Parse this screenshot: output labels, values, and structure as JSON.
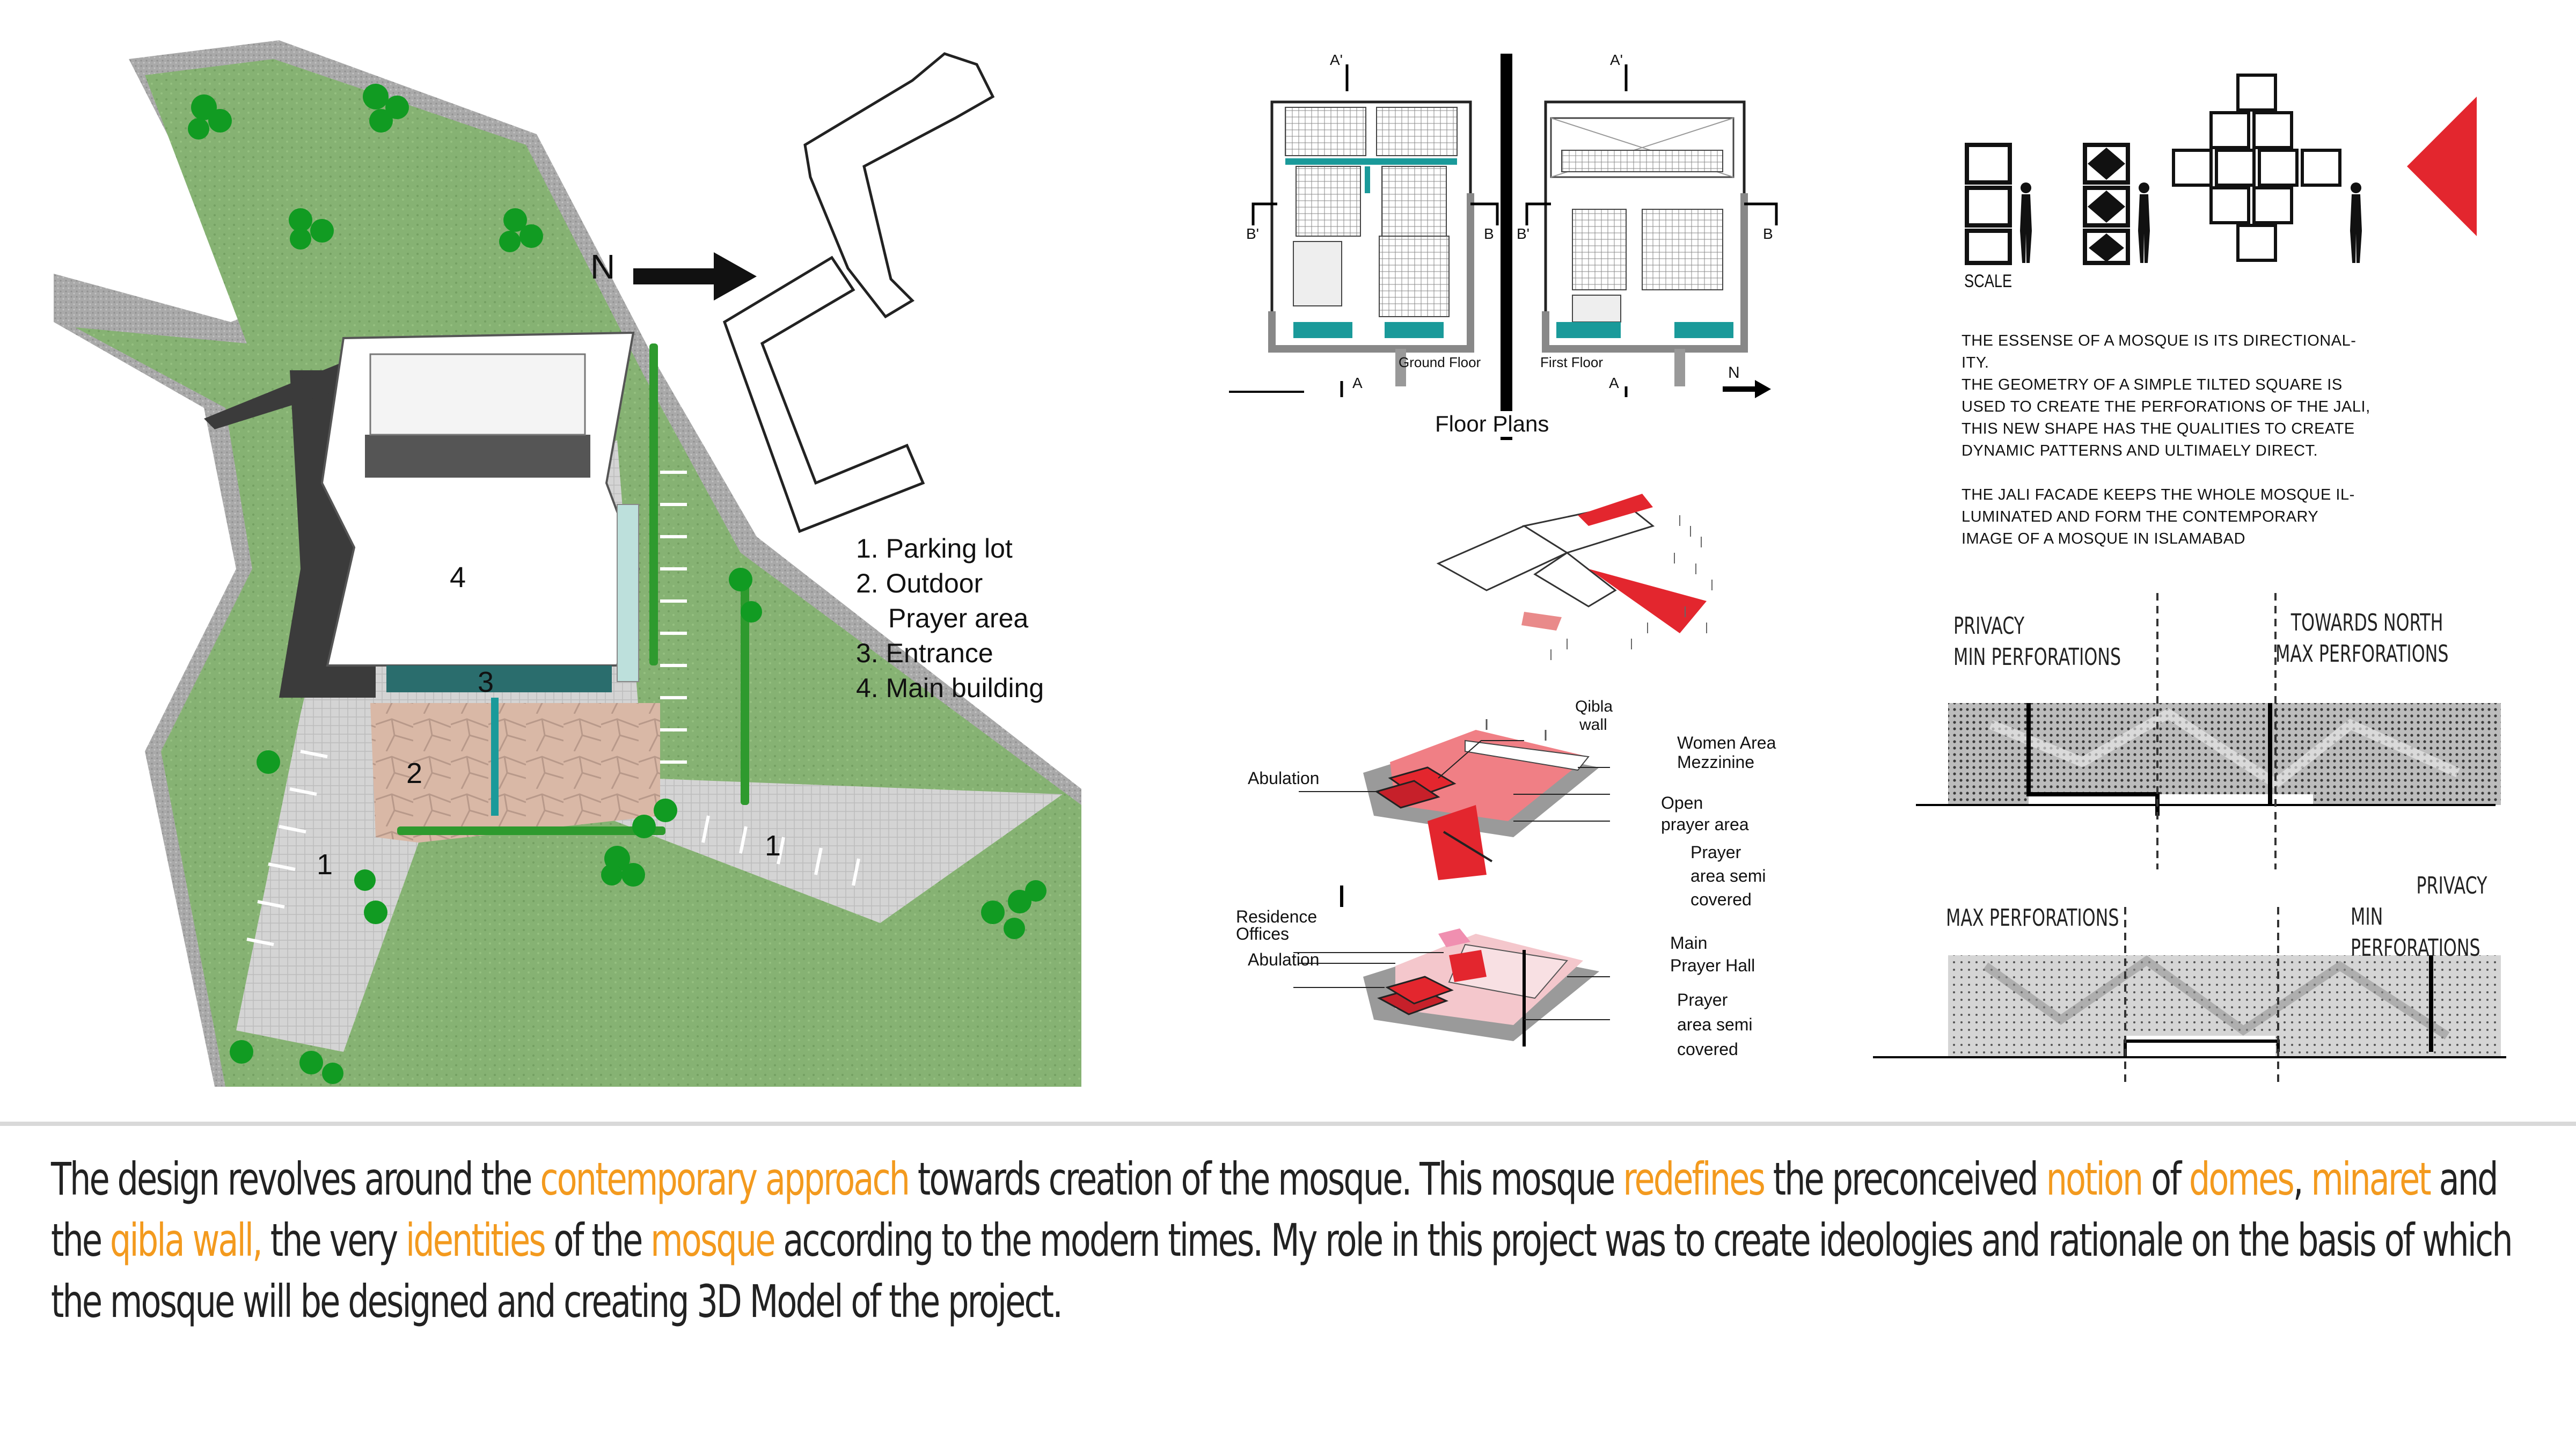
{
  "site_plan": {
    "north_label": "N",
    "legend": [
      "1. Parking lot",
      "2. Outdoor",
      "Prayer area",
      "3. Entrance",
      "4. Main building"
    ],
    "zone_labels": [
      "4",
      "3",
      "2",
      "1",
      "1"
    ]
  },
  "floor_plans": {
    "title": "Floor Plans",
    "ground_floor": "Ground Floor",
    "first_floor": "First Floor",
    "section_marks": [
      "A'",
      "A'",
      "B'",
      "B",
      "B'",
      "B",
      "A",
      "A"
    ],
    "north_label": "N"
  },
  "jali": {
    "scale_label": "SCALE",
    "text_lines": [
      "THE ESSENSE OF A MOSQUE IS ITS DIRECTIONAL-",
      "ITY.",
      "THE GEOMETRY OF A SIMPLE TILTED SQUARE IS",
      "USED TO CREATE THE PERFORATIONS OF THE JALI,",
      "THIS NEW SHAPE HAS THE QUALITIES TO CREATE",
      "DYNAMIC PATTERNS AND ULTIMAELY DIRECT.",
      "",
      "THE JALI FACADE KEEPS THE WHOLE MOSQUE IL-",
      "LUMINATED AND FORM THE CONTEMPORARY",
      "IMAGE OF A MOSQUE IN ISLAMABAD"
    ]
  },
  "facades": {
    "top_left": [
      "PRIVACY",
      "MIN PERFORATIONS"
    ],
    "top_right": [
      "TOWARDS NORTH",
      "MAX PERFORATIONS"
    ],
    "bottom_left": [
      "MAX PERFORATIONS"
    ],
    "bottom_right": [
      "PRIVACY",
      "MIN PERFORATIONS"
    ]
  },
  "axonometric": {
    "upper": {
      "qibla": [
        "Qibla",
        "wall"
      ],
      "women": [
        "Women Area",
        "Mezzinine"
      ],
      "abulation": "Abulation",
      "open_prayer": [
        "Open",
        "prayer area"
      ],
      "prayer_semi": [
        "Prayer",
        "area semi",
        "covered"
      ]
    },
    "lower": {
      "residence": [
        "Residence",
        "Offices"
      ],
      "abulation": "Abulation",
      "main_hall": [
        "Main",
        "Prayer Hall"
      ],
      "prayer_semi": [
        "Prayer",
        "area semi",
        "covered"
      ]
    }
  },
  "caption": {
    "segments": [
      {
        "text": "The design revolves around the ",
        "hl": false
      },
      {
        "text": "contemporary approach",
        "hl": true
      },
      {
        "text": " towards creation of the mosque. This mosque ",
        "hl": false
      },
      {
        "text": "redefines",
        "hl": true
      },
      {
        "text": " the preconceived ",
        "hl": false
      },
      {
        "text": "notion",
        "hl": true
      },
      {
        "text": " of ",
        "hl": false
      },
      {
        "text": "domes",
        "hl": true
      },
      {
        "text": ", ",
        "hl": false
      },
      {
        "text": "minaret",
        "hl": true
      },
      {
        "text": " and the ",
        "hl": false
      },
      {
        "text": "qibla wall,",
        "hl": true
      },
      {
        "text": " the very ",
        "hl": false
      },
      {
        "text": "identities",
        "hl": true
      },
      {
        "text": " of the ",
        "hl": false
      },
      {
        "text": "mosque",
        "hl": true
      },
      {
        "text": " according to the modern times.  My role in this project was to create ideologies and rationale on the basis of which the mosque will be designed and creating 3D Model of the project.",
        "hl": false
      }
    ]
  },
  "colors": {
    "highlight": "#f39a1e",
    "grass": "#7fae6b",
    "road": "#b9b9b9",
    "red": "#e3262e",
    "teal": "#1a9a9a"
  }
}
